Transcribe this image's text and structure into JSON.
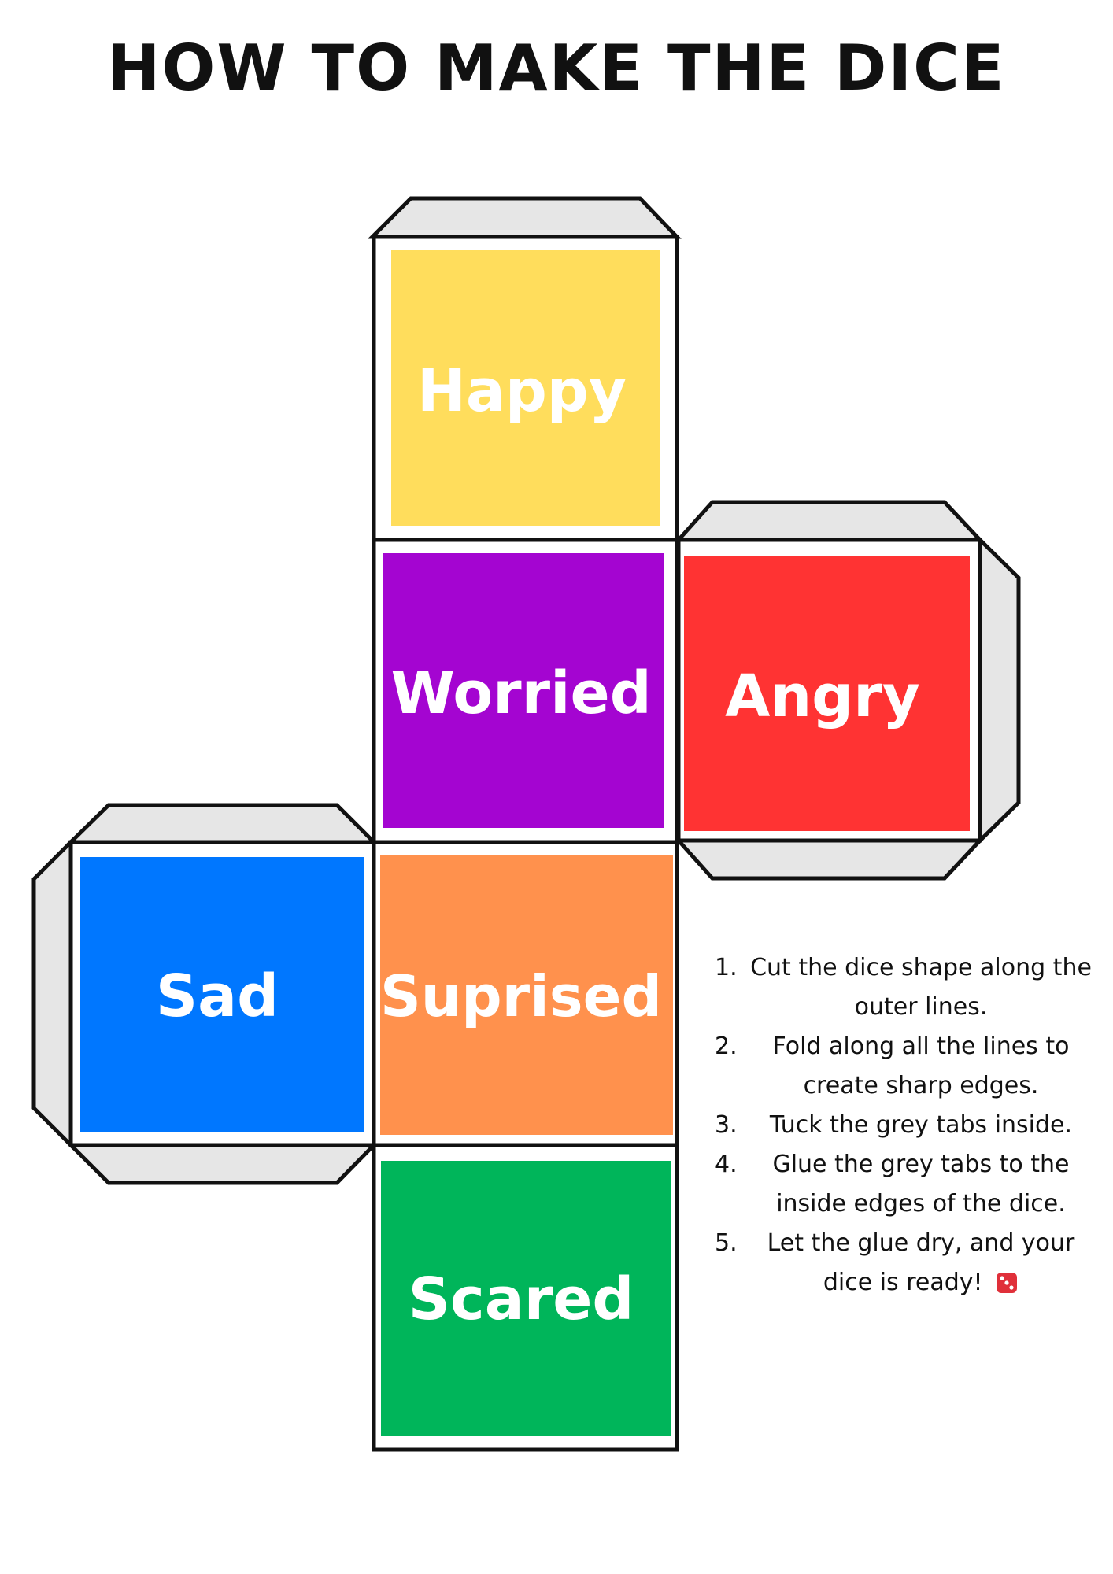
{
  "title": "HOW TO MAKE THE DICE",
  "faces": [
    {
      "id": "happy",
      "label": "Happy",
      "color": "#FFDD5C"
    },
    {
      "id": "worried",
      "label": "Worried",
      "color": "#A405D1"
    },
    {
      "id": "angry",
      "label": "Angry",
      "color": "#FF3333"
    },
    {
      "id": "sad",
      "label": "Sad",
      "color": "#0077FF"
    },
    {
      "id": "suprised",
      "label": "Suprised",
      "color": "#FF914D"
    },
    {
      "id": "scared",
      "label": "Scared",
      "color": "#00B55A"
    }
  ],
  "tab_color": "#E6E6E6",
  "outline_color": "#111111",
  "instructions": [
    {
      "num": "1.",
      "text": "Cut the dice shape along the outer lines."
    },
    {
      "num": "2.",
      "text": "Fold along all the lines to create sharp edges."
    },
    {
      "num": "3.",
      "text": "Tuck the grey tabs inside."
    },
    {
      "num": "4.",
      "text": "Glue the grey tabs to the inside edges of the dice."
    },
    {
      "num": "5.",
      "text": "Let the glue dry, and your dice is ready!"
    }
  ],
  "dice_icon": "red-dice-icon"
}
